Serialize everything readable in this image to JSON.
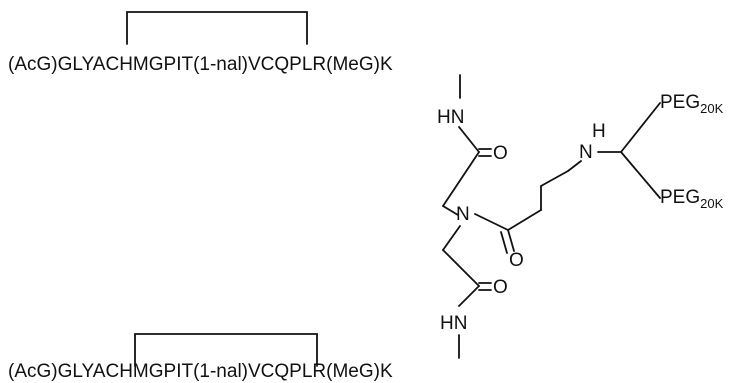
{
  "structure": {
    "peptide_top": "(AcG)GLYACHMGPIT(1-nal)VCQPLR(MeG)K",
    "peptide_bottom": "(AcG)GLYACHMGPIT(1-nal)VCQPLR(MeG)K",
    "nh_top": "HN",
    "nh_bottom": "HN",
    "o_top": "O",
    "o_bottom": "O",
    "o_right": "O",
    "n_center": "N",
    "h_amine": "H",
    "n_amine": "N",
    "peg_top_base": "PEG",
    "peg_top_sub": "20K",
    "peg_bottom_base": "PEG",
    "peg_bottom_sub": "20K"
  },
  "colors": {
    "ink": "#111111",
    "background": "#ffffff"
  }
}
